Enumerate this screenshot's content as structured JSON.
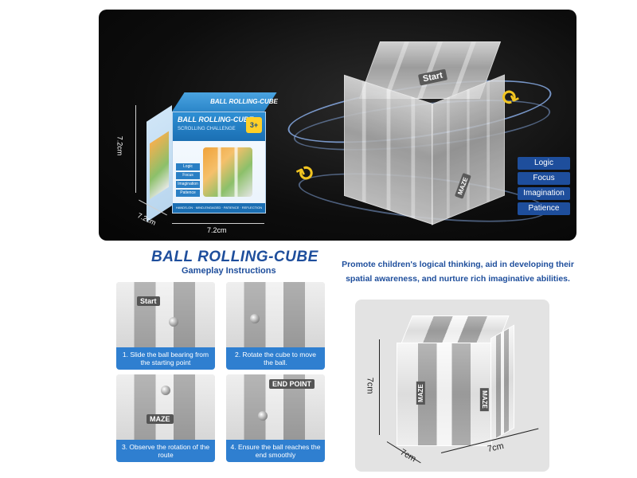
{
  "hero": {
    "box": {
      "top_title": "BALL ROLLING-CUBE",
      "front_title": "BALL ROLLING-CUBE",
      "front_subtitle": "SCROLLING CHALLENGE",
      "age": "3+",
      "tags": [
        "Logic",
        "Focus",
        "Imagination",
        "Patience"
      ],
      "footer": "HANDS-ON · MIND-ENGAGED · PATIENCE · REFLECTION"
    },
    "dims": {
      "height": "7.2cm",
      "depth": "7.2cm",
      "width": "7.2cm"
    },
    "cube": {
      "start_label": "Start",
      "maze_label": "MAZE"
    },
    "features": [
      "Logic",
      "Focus",
      "Imagination",
      "Patience"
    ],
    "colors": {
      "feature_bg": "#1e4e9c",
      "arrow": "#f2c521"
    }
  },
  "instructions": {
    "title": "BALL ROLLING-CUBE",
    "subtitle": "Gameplay Instructions",
    "promo": "Promote children's logical thinking, aid in developing their spatial awareness, and nurture rich imaginative abilities.",
    "steps": [
      {
        "caption": "1. Slide the ball bearing from the starting point",
        "chip": "Start"
      },
      {
        "caption": "2. Rotate the cube to move the ball.",
        "chip": ""
      },
      {
        "caption": "3. Observe the rotation of the route",
        "chip": "MAZE"
      },
      {
        "caption": "4. Ensure the ball reaches the end smoothly",
        "chip": "END POINT"
      }
    ]
  },
  "size_panel": {
    "height": "7cm",
    "depth": "7cm",
    "width": "7cm",
    "maze_label": "MAZE"
  }
}
